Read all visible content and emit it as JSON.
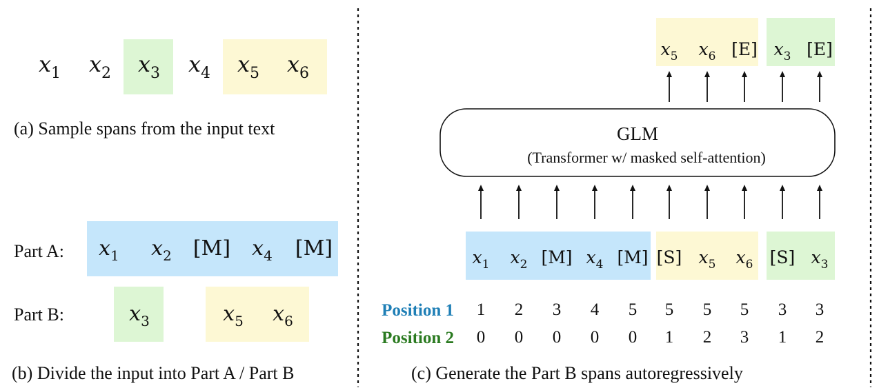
{
  "colors": {
    "blue": "#c5e6fb",
    "yellow": "#fdf8d4",
    "green": "#ddf6d4",
    "position1": "#1f7fb6",
    "position2": "#2a7a20",
    "divider": "#111111"
  },
  "panel_a": {
    "tokens": [
      {
        "base": "x",
        "sub": "1",
        "highlight": "none"
      },
      {
        "base": "x",
        "sub": "2",
        "highlight": "none"
      },
      {
        "base": "x",
        "sub": "3",
        "highlight": "green"
      },
      {
        "base": "x",
        "sub": "4",
        "highlight": "none"
      },
      {
        "base": "x",
        "sub": "5",
        "highlight": "yellow"
      },
      {
        "base": "x",
        "sub": "6",
        "highlight": "yellow"
      }
    ],
    "caption": "(a)  Sample spans from the input text"
  },
  "panel_b": {
    "part_a_label": "Part A:",
    "part_a_tokens": [
      {
        "base": "x",
        "sub": "1"
      },
      {
        "base": "x",
        "sub": "2"
      },
      {
        "base": "[M]",
        "sub": ""
      },
      {
        "base": "x",
        "sub": "4"
      },
      {
        "base": "[M]",
        "sub": ""
      }
    ],
    "part_b_label": "Part B:",
    "part_b_spans": [
      {
        "tokens": [
          {
            "base": "x",
            "sub": "3"
          }
        ],
        "highlight": "green"
      },
      {
        "tokens": [
          {
            "base": "x",
            "sub": "5"
          },
          {
            "base": "x",
            "sub": "6"
          }
        ],
        "highlight": "yellow"
      }
    ],
    "caption": "(b)  Divide the input into Part A / Part B"
  },
  "panel_c": {
    "model_title": "GLM",
    "model_subtitle": "(Transformer w/ masked self-attention)",
    "output_tokens": [
      {
        "base": "x",
        "sub": "5",
        "highlight": "yellow"
      },
      {
        "base": "x",
        "sub": "6",
        "highlight": "yellow"
      },
      {
        "base": "[E]",
        "sub": "",
        "highlight": "yellow"
      },
      {
        "base": "x",
        "sub": "3",
        "highlight": "green"
      },
      {
        "base": "[E]",
        "sub": "",
        "highlight": "green"
      }
    ],
    "input_tokens": [
      {
        "base": "x",
        "sub": "1",
        "highlight": "blue"
      },
      {
        "base": "x",
        "sub": "2",
        "highlight": "blue"
      },
      {
        "base": "[M]",
        "sub": "",
        "highlight": "blue"
      },
      {
        "base": "x",
        "sub": "4",
        "highlight": "blue"
      },
      {
        "base": "[M]",
        "sub": "",
        "highlight": "blue"
      },
      {
        "base": "[S]",
        "sub": "",
        "highlight": "yellow"
      },
      {
        "base": "x",
        "sub": "5",
        "highlight": "yellow"
      },
      {
        "base": "x",
        "sub": "6",
        "highlight": "yellow"
      },
      {
        "base": "[S]",
        "sub": "",
        "highlight": "green"
      },
      {
        "base": "x",
        "sub": "3",
        "highlight": "green"
      }
    ],
    "position_1_label": "Position 1",
    "position_1": [
      "1",
      "2",
      "3",
      "4",
      "5",
      "5",
      "5",
      "5",
      "3",
      "3"
    ],
    "position_2_label": "Position 2",
    "position_2": [
      "0",
      "0",
      "0",
      "0",
      "0",
      "1",
      "2",
      "3",
      "1",
      "2"
    ],
    "caption": "(c)  Generate the Part B spans autoregressively"
  }
}
